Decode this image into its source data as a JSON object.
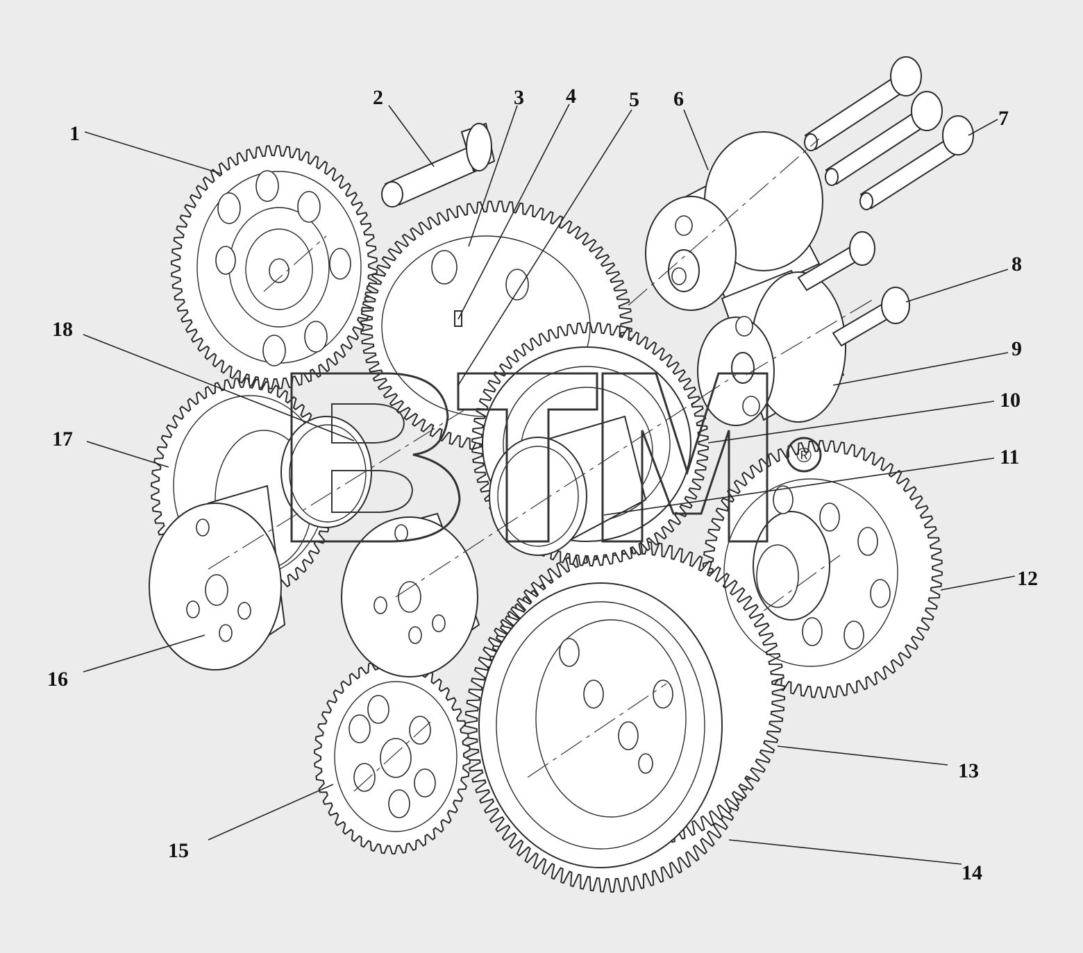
{
  "watermark": {
    "text": "BTM",
    "registered_mark": "®"
  },
  "callouts": [
    {
      "id": "1",
      "label": "1"
    },
    {
      "id": "2",
      "label": "2"
    },
    {
      "id": "3",
      "label": "3"
    },
    {
      "id": "4",
      "label": "4"
    },
    {
      "id": "5",
      "label": "5"
    },
    {
      "id": "6",
      "label": "6"
    },
    {
      "id": "7",
      "label": "7"
    },
    {
      "id": "8",
      "label": "8"
    },
    {
      "id": "9",
      "label": "9"
    },
    {
      "id": "10",
      "label": "10"
    },
    {
      "id": "11",
      "label": "11"
    },
    {
      "id": "12",
      "label": "12"
    },
    {
      "id": "13",
      "label": "13"
    },
    {
      "id": "14",
      "label": "14"
    },
    {
      "id": "15",
      "label": "15"
    },
    {
      "id": "16",
      "label": "16"
    },
    {
      "id": "17",
      "label": "17"
    },
    {
      "id": "18",
      "label": "18"
    }
  ]
}
